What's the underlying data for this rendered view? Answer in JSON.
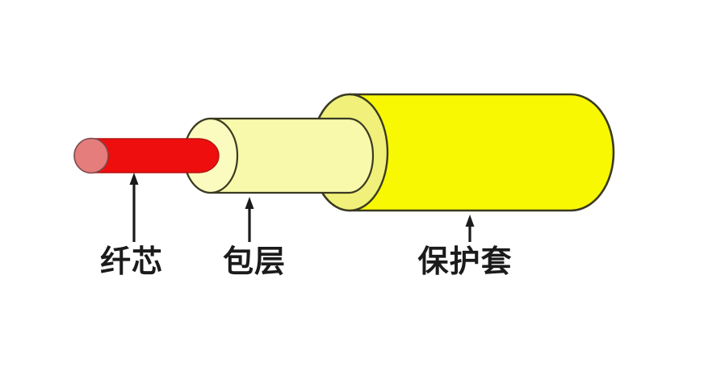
{
  "diagram": {
    "labels": {
      "core": "纤芯",
      "cladding": "包层",
      "jacket": "保护套"
    },
    "colors": {
      "background": "#ffffff",
      "core_body": "#ee0e0e",
      "core_body_outline": "#b51111",
      "core_end_cap": "#e57d7d",
      "core_end_cap_outline": "#7d4a4a",
      "cladding_body": "#f9f9ac",
      "cladding_end_face": "#fbfbbf",
      "jacket_body": "#f8f802",
      "jacket_end_face": "#f0f07a",
      "outline": "#3a3a22",
      "arrow": "#1b1b1b",
      "text": "#1b1b1b"
    }
  }
}
